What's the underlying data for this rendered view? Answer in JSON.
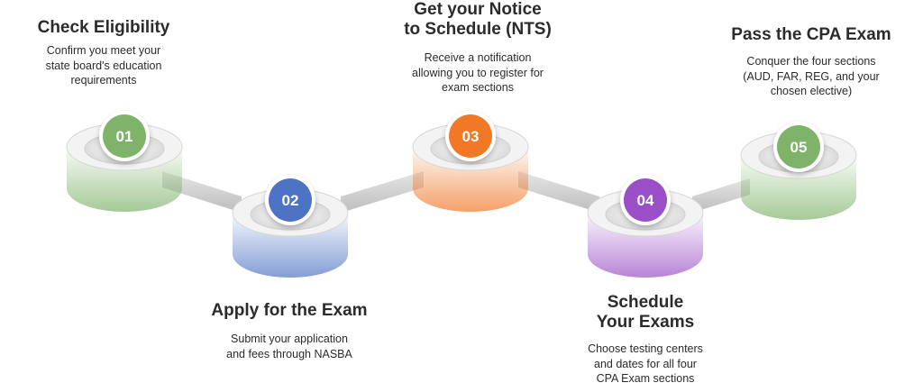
{
  "steps": [
    {
      "number": "01",
      "color": "#7fb36a",
      "title_lines": [
        "Check Eligibility"
      ],
      "desc_lines": [
        "Confirm you meet your",
        "state board's education",
        "requirements"
      ]
    },
    {
      "number": "02",
      "color": "#4f73c4",
      "title_lines": [
        "Apply for the Exam"
      ],
      "desc_lines": [
        "Submit your application",
        "and fees through NASBA"
      ]
    },
    {
      "number": "03",
      "color": "#f07828",
      "title_lines": [
        "Get your Notice",
        "to Schedule (NTS)"
      ],
      "desc_lines": [
        "Receive a notification",
        "allowing you to register for",
        "exam sections"
      ]
    },
    {
      "number": "04",
      "color": "#9a4fc6",
      "title_lines": [
        "Schedule",
        "Your Exams"
      ],
      "desc_lines": [
        "Choose testing centers",
        "and dates for all four",
        "CPA Exam sections"
      ]
    },
    {
      "number": "05",
      "color": "#7fb36a",
      "title_lines": [
        "Pass the CPA Exam"
      ],
      "desc_lines": [
        "Conquer the four sections",
        "(AUD, FAR, REG, and your",
        "chosen elective)"
      ]
    }
  ]
}
